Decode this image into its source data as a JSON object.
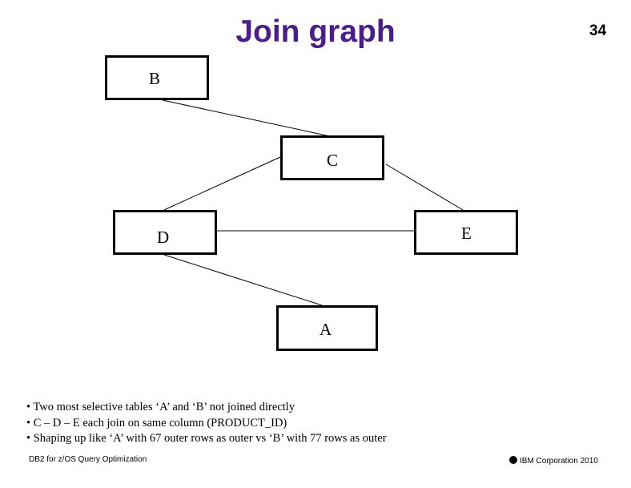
{
  "slide": {
    "title": "Join graph",
    "page_number": "34"
  },
  "diagram": {
    "nodes": [
      {
        "id": "B",
        "label": "B"
      },
      {
        "id": "C",
        "label": "C"
      },
      {
        "id": "D",
        "label": "D"
      },
      {
        "id": "E",
        "label": "E"
      },
      {
        "id": "A",
        "label": "A"
      }
    ],
    "edges": [
      {
        "from": "B",
        "to": "C"
      },
      {
        "from": "C",
        "to": "D"
      },
      {
        "from": "C",
        "to": "E"
      },
      {
        "from": "D",
        "to": "E"
      },
      {
        "from": "D",
        "to": "A"
      }
    ]
  },
  "notes": [
    "• Two most selective tables ‘A’ and ‘B’ not joined directly",
    "• C – D – E each join on same column (PRODUCT_ID)",
    "• Shaping up like ‘A’ with 67 outer rows as outer vs ‘B’ with 77 rows as outer"
  ],
  "footer": {
    "left": "DB2 for z/OS Query Optimization",
    "right": "IBM Corporation 2010"
  }
}
